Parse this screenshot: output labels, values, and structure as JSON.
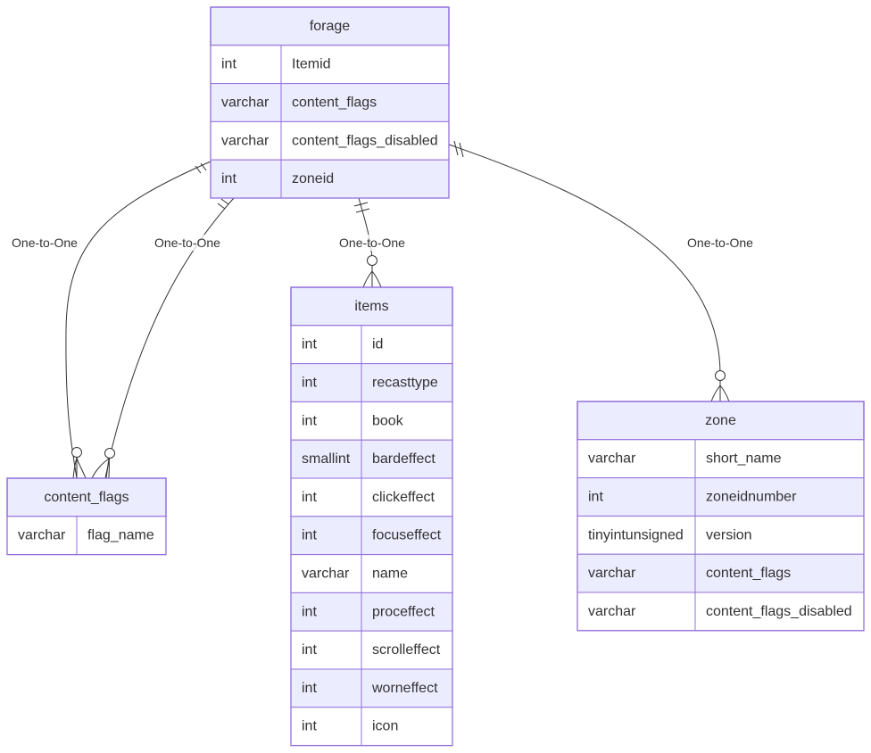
{
  "entities": [
    {
      "name": "forage",
      "attributes": [
        {
          "type": "int",
          "name": "Itemid"
        },
        {
          "type": "varchar",
          "name": "content_flags"
        },
        {
          "type": "varchar",
          "name": "content_flags_disabled"
        },
        {
          "type": "int",
          "name": "zoneid"
        }
      ]
    },
    {
      "name": "items",
      "attributes": [
        {
          "type": "int",
          "name": "id"
        },
        {
          "type": "int",
          "name": "recasttype"
        },
        {
          "type": "int",
          "name": "book"
        },
        {
          "type": "smallint",
          "name": "bardeffect"
        },
        {
          "type": "int",
          "name": "clickeffect"
        },
        {
          "type": "int",
          "name": "focuseffect"
        },
        {
          "type": "varchar",
          "name": "name"
        },
        {
          "type": "int",
          "name": "proceffect"
        },
        {
          "type": "int",
          "name": "scrolleffect"
        },
        {
          "type": "int",
          "name": "worneffect"
        },
        {
          "type": "int",
          "name": "icon"
        }
      ]
    },
    {
      "name": "content_flags",
      "attributes": [
        {
          "type": "varchar",
          "name": "flag_name"
        }
      ]
    },
    {
      "name": "zone",
      "attributes": [
        {
          "type": "varchar",
          "name": "short_name"
        },
        {
          "type": "int",
          "name": "zoneidnumber"
        },
        {
          "type": "tinyintunsigned",
          "name": "version"
        },
        {
          "type": "varchar",
          "name": "content_flags"
        },
        {
          "type": "varchar",
          "name": "content_flags_disabled"
        }
      ]
    }
  ],
  "relationships": [
    {
      "from": "forage",
      "to": "content_flags",
      "label": "One-to-One"
    },
    {
      "from": "forage",
      "to": "content_flags",
      "label": "One-to-One"
    },
    {
      "from": "forage",
      "to": "items",
      "label": "One-to-One"
    },
    {
      "from": "forage",
      "to": "zone",
      "label": "One-to-One"
    }
  ]
}
